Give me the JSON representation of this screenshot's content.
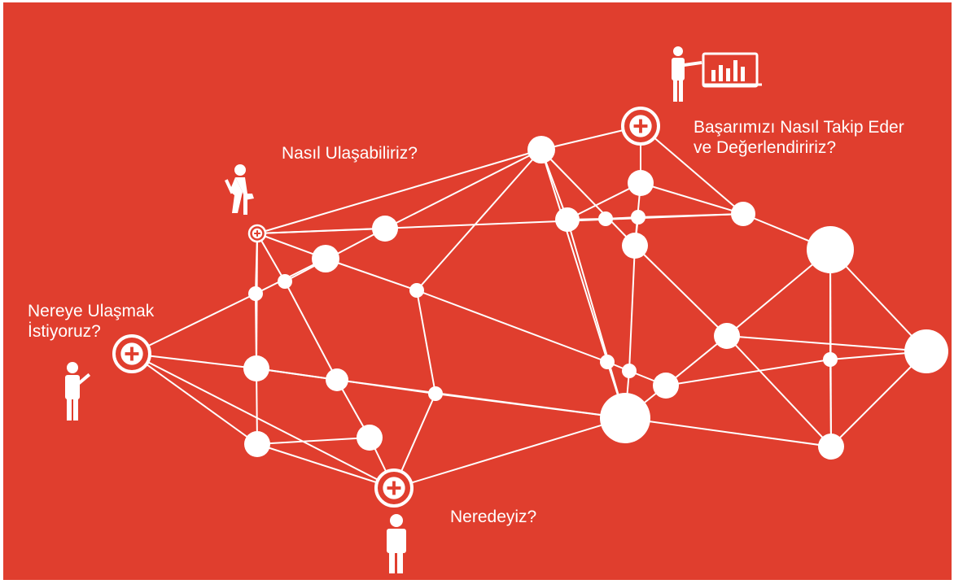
{
  "colors": {
    "background": "#e03e2e",
    "foreground": "#ffffff"
  },
  "labels": {
    "nasil_ulasabiliriz": "Nasıl Ulaşabiliriz?",
    "basarimizi_line1": "Başarımızı Nasıl Takip Eder",
    "basarimizi_line2": "ve Değerlendiririz?",
    "nereye_line1": "Nereye Ulaşmak",
    "nereye_line2": "İstiyoruz?",
    "neredeyiz": "Neredeyiz?"
  },
  "icons": {
    "presenter": "person-presenting-chart-icon",
    "climber": "person-climbing-stairs-icon",
    "pointer": "person-pointing-icon",
    "standing": "person-standing-icon",
    "hub": "plus-circle-icon"
  }
}
